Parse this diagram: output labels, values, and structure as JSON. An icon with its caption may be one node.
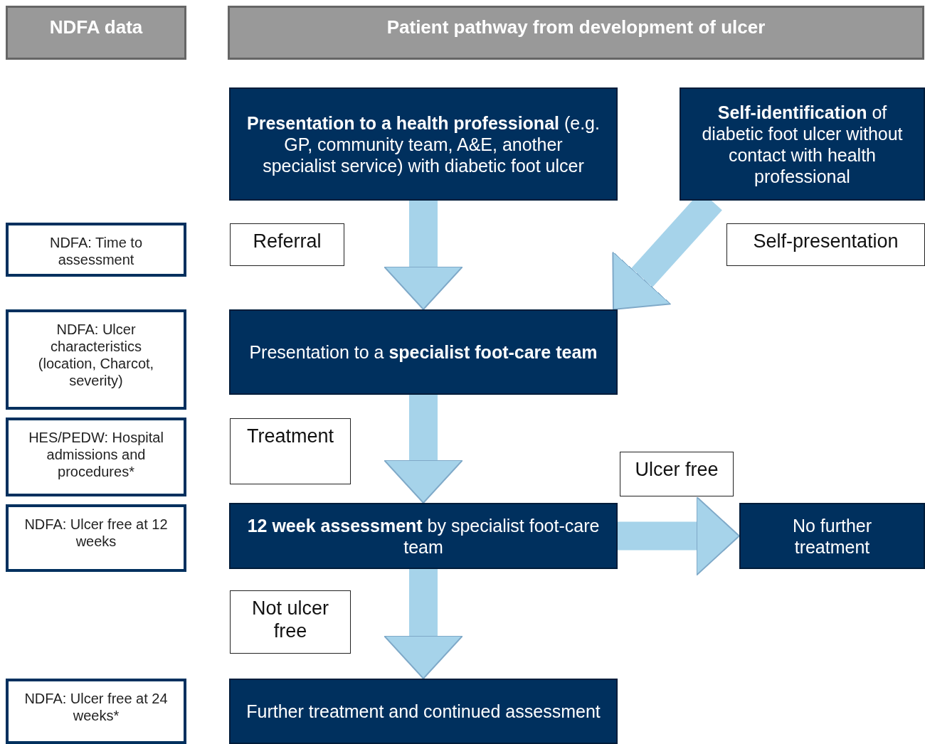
{
  "diagram": {
    "nodes": [
      {
        "text": [
          "NDFA data"
        ]
      },
      {
        "text": [
          "Patient pathway from development of ulcer"
        ]
      },
      {
        "text": [
          "**Presentation to a health professional** (e.g. GP, community team, A&E, another specialist service) with diabetic foot ulcer"
        ]
      },
      {
        "text": [
          "**Self-identification** of diabetic foot ulcer without contact with health professional"
        ]
      },
      {
        "text": [
          "NDFA: Time to assessment"
        ]
      },
      {
        "text": [
          "Referral"
        ]
      },
      {
        "text": [
          "Self-presentation"
        ]
      },
      {
        "text": [
          "Presentation to a **specialist foot-care team**"
        ]
      },
      {
        "text": [
          "NDFA: Ulcer characteristics (location, Charcot, severity)"
        ]
      },
      {
        "text": [
          "HES/PEDW: Hospital admissions and procedures*"
        ]
      },
      {
        "text": [
          "Treatment"
        ]
      },
      {
        "text": [
          "Ulcer free"
        ]
      },
      {
        "text": [
          "NDFA: Ulcer free at 12 weeks"
        ]
      },
      {
        "text": [
          "**12 week assessment** by specialist foot-care team"
        ]
      },
      {
        "text": [
          "No further treatment"
        ]
      },
      {
        "text": [
          "Not ulcer free"
        ]
      },
      {
        "text": [
          "NDFA: Ulcer free at 24 weeks*"
        ]
      },
      {
        "text": [
          "Further treatment and continued assessment"
        ]
      }
    ],
    "edges": [
      {
        "from": 2,
        "to": 7,
        "arrow": "to"
      },
      {
        "from": 3,
        "to": 7,
        "arrow": "to"
      },
      {
        "from": 7,
        "to": 13,
        "arrow": "to"
      },
      {
        "from": 13,
        "to": 14,
        "arrow": "to"
      },
      {
        "from": 13,
        "to": 17,
        "arrow": "to"
      }
    ]
  }
}
